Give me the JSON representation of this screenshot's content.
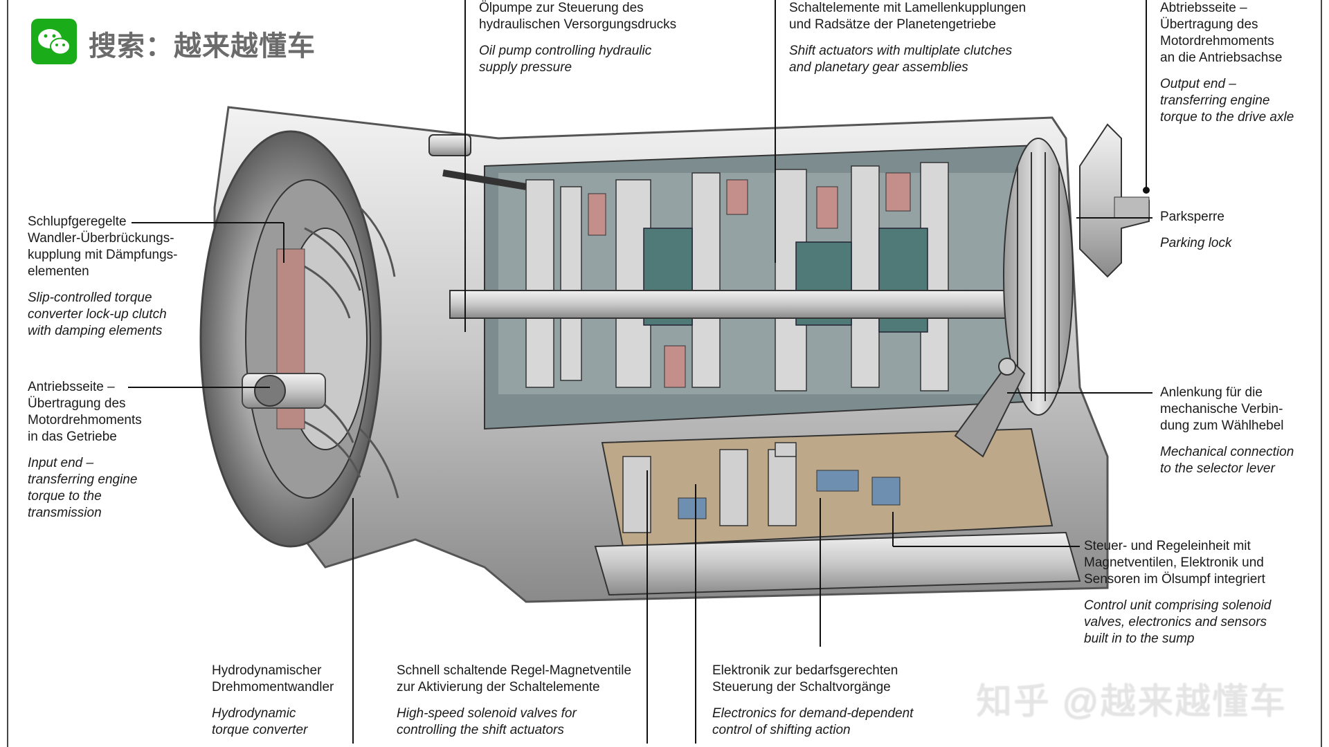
{
  "header": {
    "search_label": "搜索：越来越懂车",
    "logo_icon": "wechat-icon",
    "brand_color": "#1aad19"
  },
  "watermark": "知乎 @越来越懂车",
  "labels": {
    "oil_pump": {
      "de": [
        "Ölpumpe zur Steuerung des",
        "hydraulischen Versorgungsdrucks"
      ],
      "en": [
        "Oil pump controlling hydraulic",
        "supply pressure"
      ]
    },
    "shift_elements": {
      "de": [
        "Schaltelemente mit Lamellenkupplungen",
        "und Radsätze der Planetengetriebe"
      ],
      "en": [
        "Shift actuators with multiplate clutches",
        "and planetary gear assemblies"
      ]
    },
    "output_end": {
      "de": [
        "Abtriebsseite –",
        "Übertragung des",
        "Motordrehmoments",
        "an die Antriebsachse"
      ],
      "en": [
        "Output end –",
        "transferring engine",
        "torque to the drive axle"
      ]
    },
    "lockup_clutch": {
      "de": [
        "Schlupfgeregelte",
        "Wandler-Überbrückungs-",
        "kupplung mit Dämpfungs-",
        "elementen"
      ],
      "en": [
        "Slip-controlled torque",
        "converter lock-up clutch",
        "with damping elements"
      ]
    },
    "parking_lock": {
      "de": [
        "Parksperre"
      ],
      "en": [
        "Parking lock"
      ]
    },
    "input_end": {
      "de": [
        "Antriebsseite –",
        "Übertragung des",
        "Motordrehmoments",
        "in das Getriebe"
      ],
      "en": [
        "Input end –",
        "transferring engine",
        "torque to the",
        "transmission"
      ]
    },
    "selector_link": {
      "de": [
        "Anlenkung für die",
        "mechanische Verbin-",
        "dung zum Wählhebel"
      ],
      "en": [
        "Mechanical connection",
        "to the selector lever"
      ]
    },
    "control_unit": {
      "de": [
        "Steuer- und Regeleinheit mit",
        "Magnetventilen, Elektronik und",
        "Sensoren im Ölsumpf integriert"
      ],
      "en": [
        "Control unit comprising solenoid",
        "valves, electronics and sensors",
        "built in to the sump"
      ]
    },
    "torque_converter": {
      "de": [
        "Hydrodynamischer",
        "Drehmomentwandler"
      ],
      "en": [
        "Hydrodynamic",
        "torque converter"
      ]
    },
    "solenoid_valves": {
      "de": [
        "Schnell schaltende Regel-Magnetventile",
        "zur Aktivierung der Schaltelemente"
      ],
      "en": [
        "High-speed solenoid valves for",
        "controlling the shift actuators"
      ]
    },
    "electronics": {
      "de": [
        "Elektronik zur bedarfsgerechten",
        "Steuerung der Schaltvorgänge"
      ],
      "en": [
        "Electronics for demand-dependent",
        "control of shifting action"
      ]
    }
  }
}
